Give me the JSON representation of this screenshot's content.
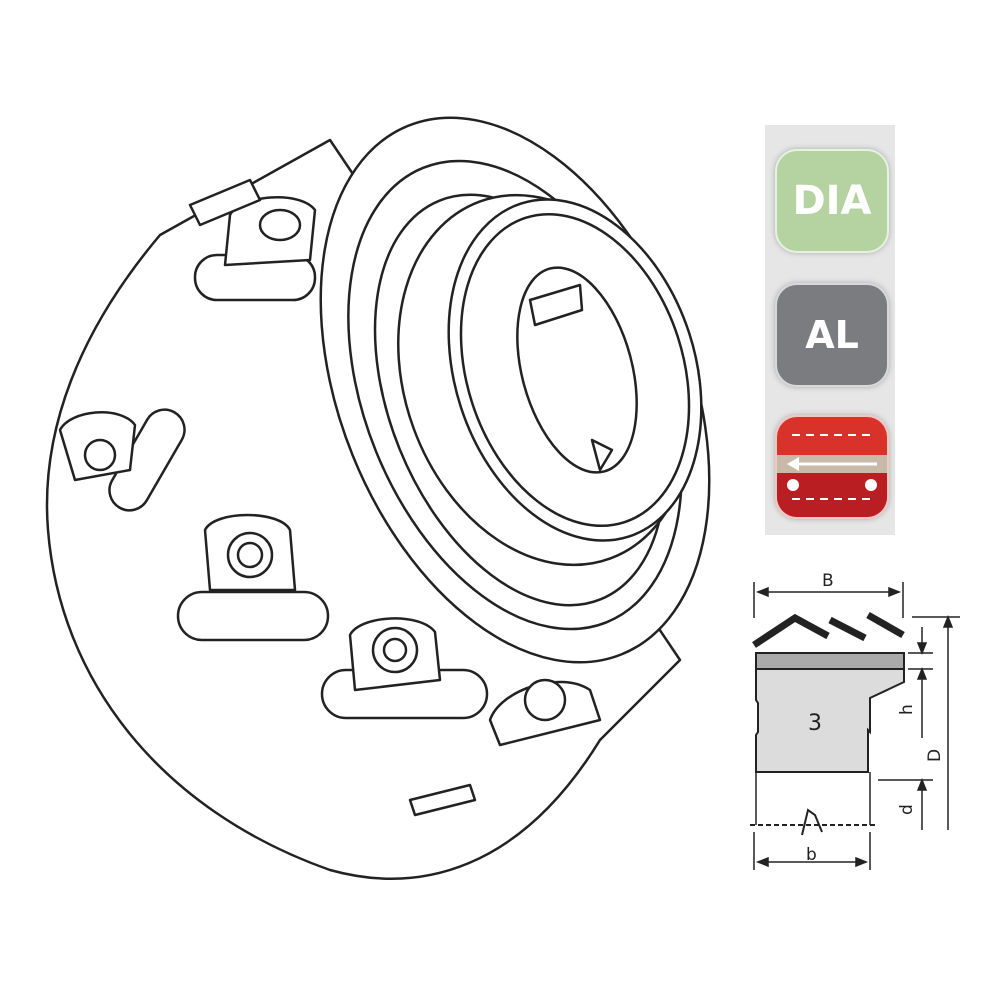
{
  "badges": {
    "dia": {
      "label": "DIA",
      "color": "#b5d3a0"
    },
    "al": {
      "label": "AL",
      "color": "#7a7c80"
    },
    "material_feed": {
      "icon": "feed-direction-icon",
      "color": "#d8322a"
    }
  },
  "dimension_drawing": {
    "labels": {
      "B": "B",
      "b": "b",
      "h": "h",
      "D": "D",
      "d": "d",
      "part_number": "3"
    }
  }
}
